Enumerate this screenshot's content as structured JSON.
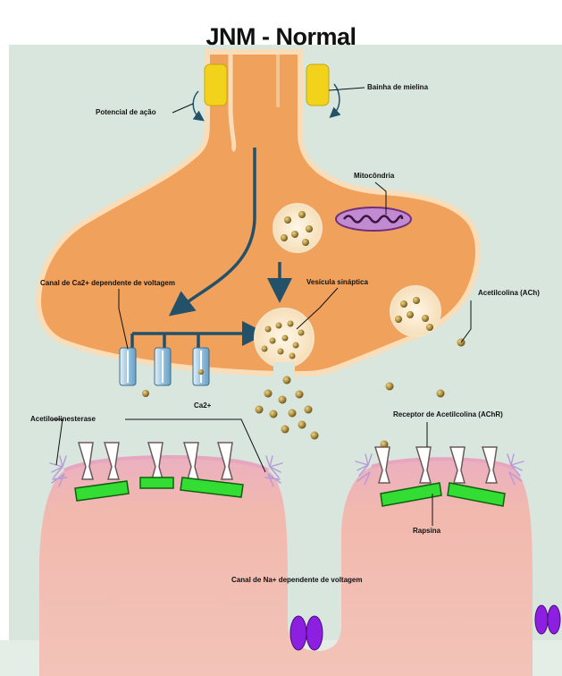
{
  "diagram": {
    "title": "JNM - Normal",
    "labels": {
      "action_potential": "Potencial de ação",
      "myelin_sheath": "Bainha de mielina",
      "mitochondria": "Mitocôndria",
      "ca_channel": "Canal de Ca2+ dependente de voltagem",
      "synaptic_vesicle": "Vesícula sináptica",
      "acetylcholine": "Acetilcolina (ACh)",
      "calcium_ion": "Ca2+",
      "acetylcholinesterase": "Acetilcolinesterase",
      "achr": "Receptor de Acetilcolina (AChR)",
      "rapsyn": "Rapsina",
      "na_channel": "Canal de Na+ dependente de voltagem"
    }
  },
  "colors": {
    "background_fluid": "#d8e6dd",
    "nerve_terminal": "#f0a15c",
    "nerve_border": "#f9dcb8",
    "myelin": "#f2d21a",
    "muscle": "#f0b6ae",
    "muscle_top": "#e9a4c3",
    "vesicle": "#fbeed7",
    "ach_dot": "#a9893a",
    "ca_channel": "#a9cde3",
    "achr": "#ffffff",
    "rapsyn": "#33dd33",
    "na_channel": "#8d1fe0",
    "mitochondria": "#8c4a98",
    "arrow": "#24516a"
  }
}
